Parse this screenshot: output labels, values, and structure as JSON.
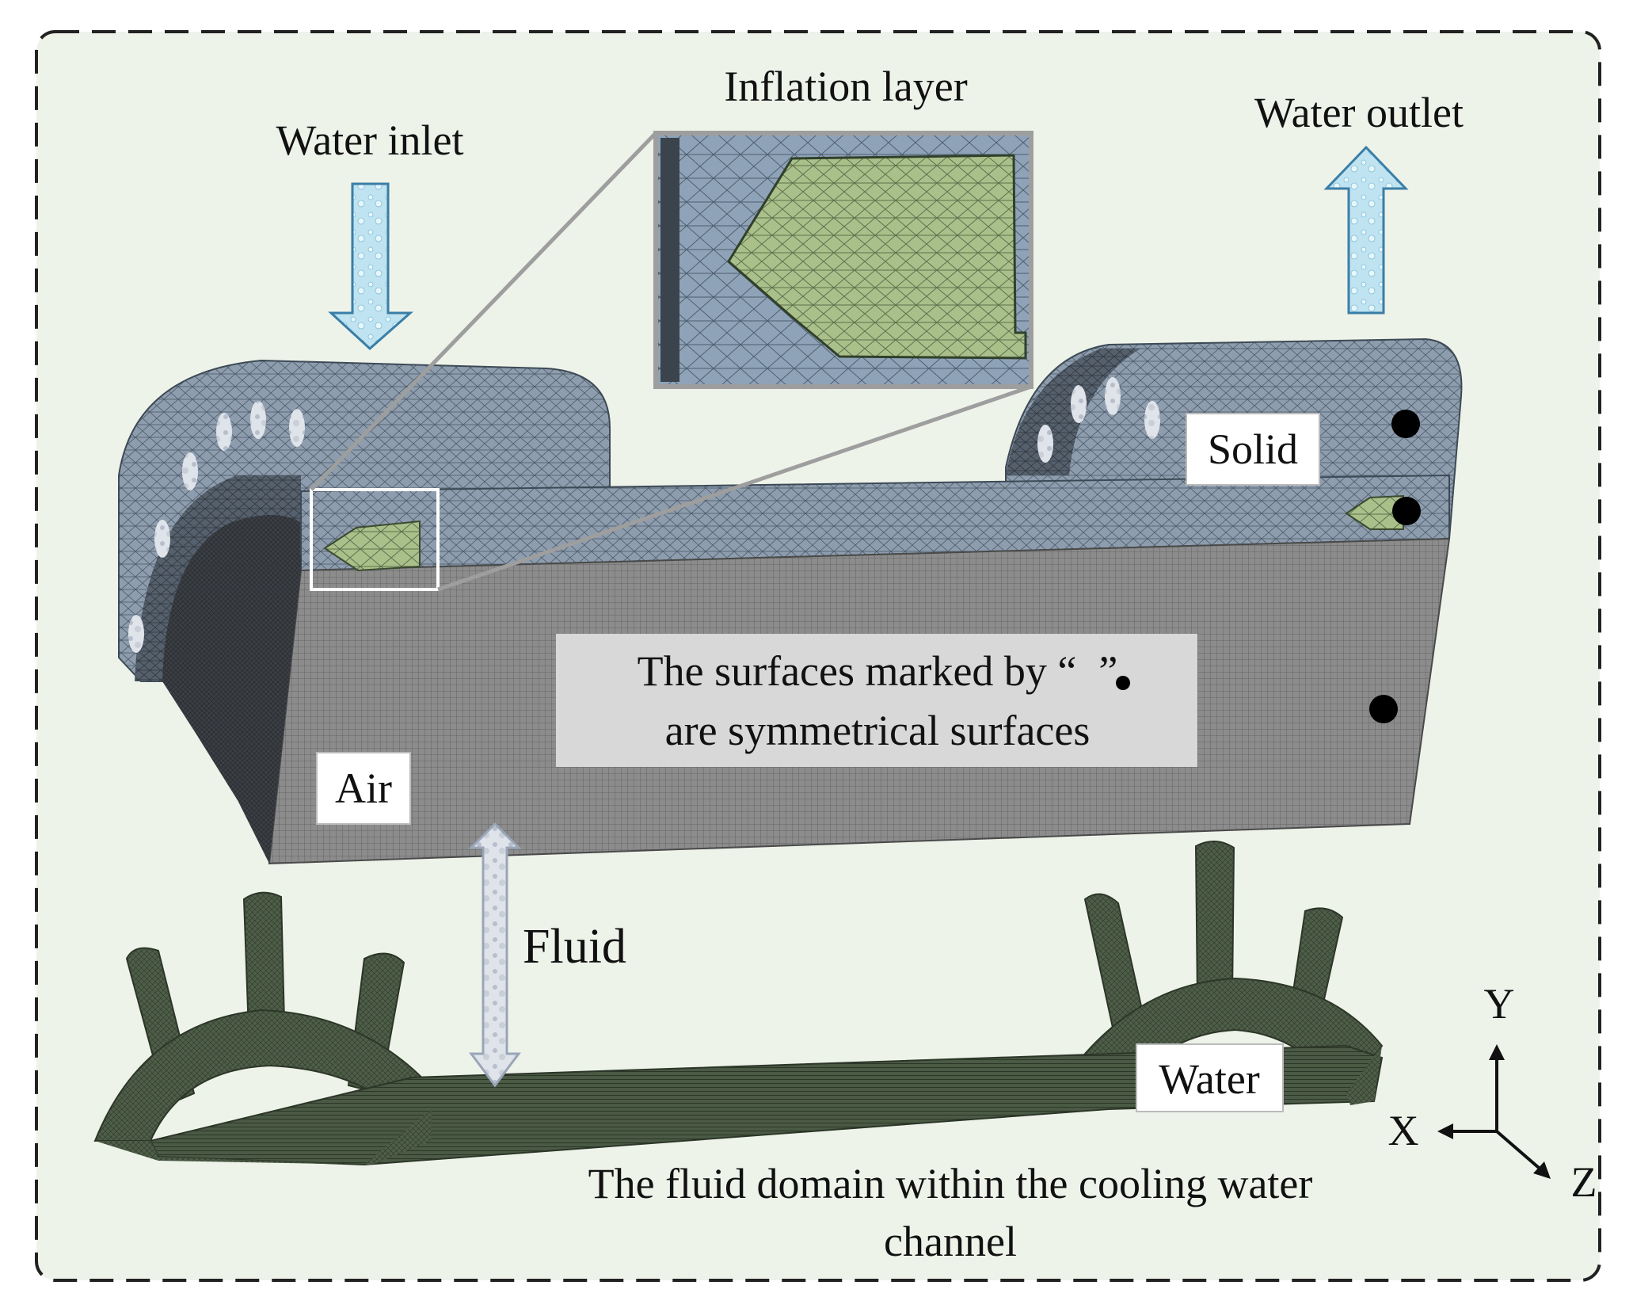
{
  "colors": {
    "background_panel": "#eef3ea",
    "frame_dash": "#222222",
    "solid_mesh": "#8e9dae",
    "solid_mesh_top": "#a3b1c1",
    "air_mesh": "#8a8a8a",
    "water_mesh": "#4d5c47",
    "inflation_fill": "#a9c08a",
    "arrow_fill": "#bfe3f0",
    "arrow_stroke": "#3a7ea6",
    "label_box": "#ffffff",
    "note_box": "#d8d8d8"
  },
  "labels": {
    "water_inlet": "Water inlet",
    "inflation_layer": "Inflation layer",
    "water_outlet": "Water outlet",
    "solid": "Solid",
    "air": "Air",
    "fluid": "Fluid",
    "water": "Water",
    "note_line1_before": "The surfaces marked by “",
    "note_line1_after": "”",
    "note_line2": "are  symmetrical surfaces",
    "caption_line1": "The fluid domain within the cooling water",
    "caption_line2": "channel"
  },
  "axes": {
    "x": "X",
    "y": "Y",
    "z": "Z"
  },
  "icons": {
    "inlet_arrow": "arrow-down-icon",
    "outlet_arrow": "arrow-up-icon",
    "fluid_arrow": "double-arrow-vertical-icon",
    "symmetry_marker": "black-dot-icon"
  }
}
